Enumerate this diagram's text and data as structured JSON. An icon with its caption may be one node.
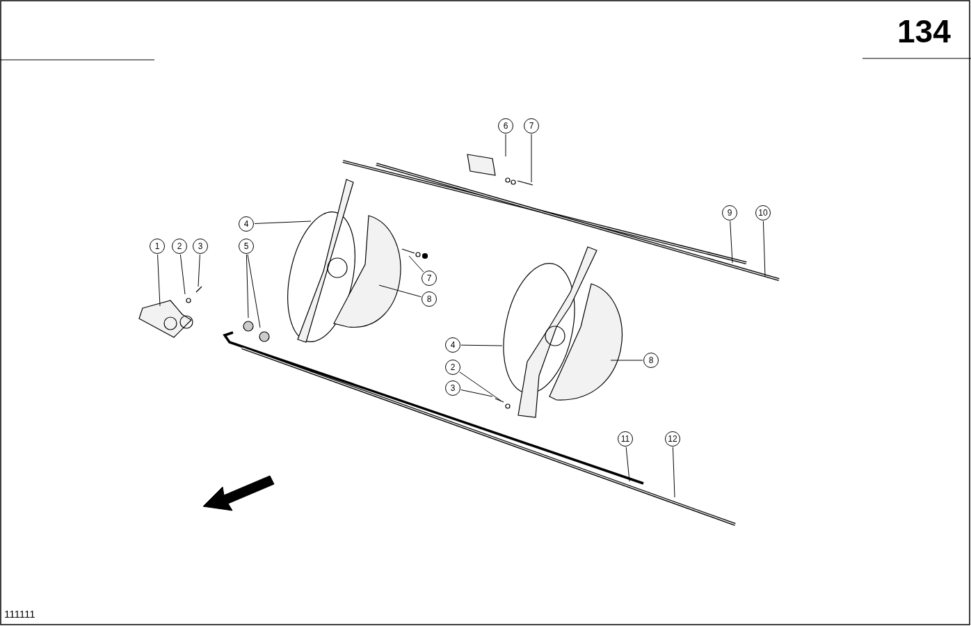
{
  "diagram": {
    "nodes": [
      {
        "text": [
          "6"
        ]
      },
      {
        "text": [
          "7"
        ]
      },
      {
        "text": [
          "9"
        ]
      },
      {
        "text": [
          "10"
        ]
      },
      {
        "text": [
          "4"
        ]
      },
      {
        "text": [
          "1"
        ]
      },
      {
        "text": [
          "2"
        ]
      },
      {
        "text": [
          "3"
        ]
      },
      {
        "text": [
          "5"
        ]
      },
      {
        "text": [
          "7"
        ]
      },
      {
        "text": [
          "8"
        ]
      },
      {
        "text": [
          "4"
        ]
      },
      {
        "text": [
          "8"
        ]
      },
      {
        "text": [
          "2"
        ]
      },
      {
        "text": [
          "3"
        ]
      },
      {
        "text": [
          "11"
        ]
      },
      {
        "text": [
          "12"
        ]
      }
    ],
    "edges": [
      {
        "from": 0,
        "to": null,
        "arrow": "none"
      },
      {
        "from": 1,
        "to": null,
        "arrow": "none"
      },
      {
        "from": 2,
        "to": null,
        "arrow": "none"
      },
      {
        "from": 3,
        "to": null,
        "arrow": "none"
      },
      {
        "from": 4,
        "to": null,
        "arrow": "none"
      },
      {
        "from": 5,
        "to": null,
        "arrow": "none"
      },
      {
        "from": 6,
        "to": null,
        "arrow": "none"
      },
      {
        "from": 7,
        "to": null,
        "arrow": "none"
      },
      {
        "from": 8,
        "to": null,
        "arrow": "none"
      },
      {
        "from": 8,
        "to": null,
        "arrow": "none"
      },
      {
        "from": 9,
        "to": null,
        "arrow": "none"
      },
      {
        "from": 10,
        "to": null,
        "arrow": "none"
      },
      {
        "from": 11,
        "to": null,
        "arrow": "none"
      },
      {
        "from": 12,
        "to": null,
        "arrow": "none"
      },
      {
        "from": 13,
        "to": null,
        "arrow": "none"
      },
      {
        "from": 14,
        "to": null,
        "arrow": "none"
      },
      {
        "from": 15,
        "to": null,
        "arrow": "none"
      },
      {
        "from": 16,
        "to": null,
        "arrow": "none"
      }
    ],
    "labels": [
      "134",
      "111111"
    ]
  }
}
